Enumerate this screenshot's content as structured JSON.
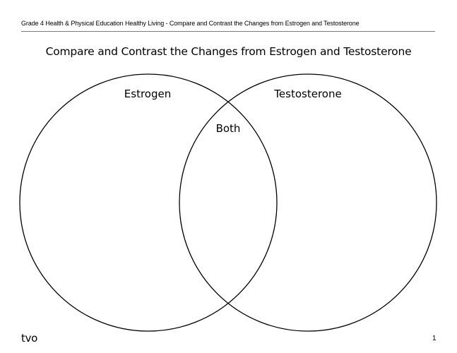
{
  "header": {
    "running_text": "Grade 4 Health & Physical Education Healthy Living - Compare and Contrast the Changes from Estrogen and Testosterone"
  },
  "worksheet": {
    "title": "Compare and Contrast the Changes from Estrogen and Testosterone",
    "venn": {
      "left_label": "Estrogen",
      "right_label": "Testosterone",
      "overlap_label": "Both"
    }
  },
  "footer": {
    "logo_text": "tvo",
    "page_number": "1"
  }
}
